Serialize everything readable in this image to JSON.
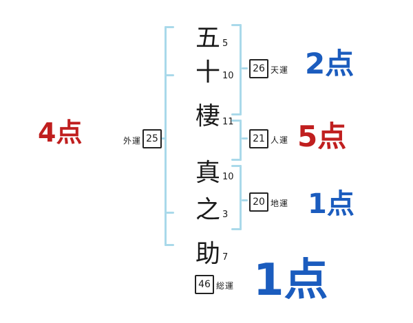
{
  "name_chart": {
    "characters": [
      {
        "char": "五",
        "strokes": "5"
      },
      {
        "char": "十",
        "strokes": "10"
      },
      {
        "char": "棲",
        "strokes": "11"
      },
      {
        "char": "真",
        "strokes": "10"
      },
      {
        "char": "之",
        "strokes": "3"
      },
      {
        "char": "助",
        "strokes": "7"
      }
    ],
    "lucks": {
      "ten": {
        "value": "26",
        "label": "天運",
        "score": "2点"
      },
      "jin": {
        "value": "21",
        "label": "人運",
        "score": "5点"
      },
      "chi": {
        "value": "20",
        "label": "地運",
        "score": "1点"
      },
      "gai": {
        "value": "25",
        "label": "外運",
        "score": "4点"
      },
      "sou": {
        "value": "46",
        "label": "総運",
        "score": "1点"
      }
    },
    "colors": {
      "score_blue": "#1b5cbe",
      "score_red": "#c01f1f",
      "bracket_blue": "#a9d9ea",
      "box_border": "#222222"
    }
  }
}
